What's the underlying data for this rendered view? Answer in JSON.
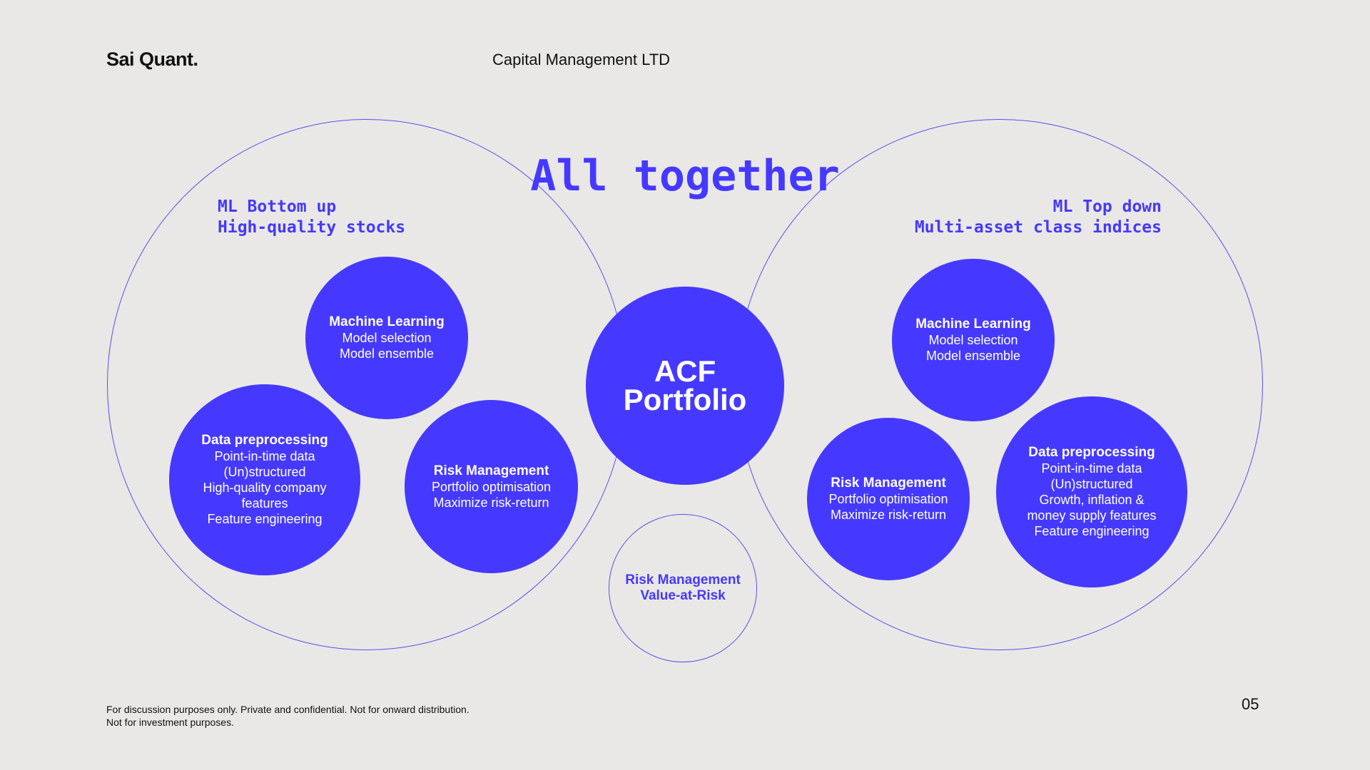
{
  "header": {
    "logo": "Sai Quant.",
    "company": "Capital Management LTD"
  },
  "title": "All together",
  "left_group": {
    "title_line1": "ML Bottom up",
    "title_line2": "High-quality stocks",
    "bubbles": [
      {
        "title": "Machine Learning",
        "lines": [
          "Model selection",
          "Model ensemble"
        ]
      },
      {
        "title": "Data preprocessing",
        "lines": [
          "Point-in-time data",
          "(Un)structured",
          "High-quality company",
          "features",
          "Feature engineering"
        ]
      },
      {
        "title": "Risk Management",
        "lines": [
          "Portfolio optimisation",
          "Maximize risk-return"
        ]
      }
    ]
  },
  "right_group": {
    "title_line1": "ML Top down",
    "title_line2": "Multi-asset class indices",
    "bubbles": [
      {
        "title": "Machine Learning",
        "lines": [
          "Model selection",
          "Model ensemble"
        ]
      },
      {
        "title": "Risk Management",
        "lines": [
          "Portfolio optimisation",
          "Maximize risk-return"
        ]
      },
      {
        "title": "Data preprocessing",
        "lines": [
          "Point-in-time data",
          "(Un)structured",
          "Growth, inflation &",
          "money supply features",
          "Feature engineering"
        ]
      }
    ]
  },
  "center": {
    "line1": "ACF",
    "line2": "Portfolio"
  },
  "bottom_bubble": {
    "line1": "Risk Management",
    "line2": "Value-at-Risk"
  },
  "footer": {
    "disclaimer": "For discussion purposes only. Private and confidential. Not for onward distribution. Not for investment purposes.",
    "page_number": "05"
  },
  "colors": {
    "accent": "#4539ff",
    "background": "#e9e8e6",
    "ring": "#5a50f0"
  }
}
